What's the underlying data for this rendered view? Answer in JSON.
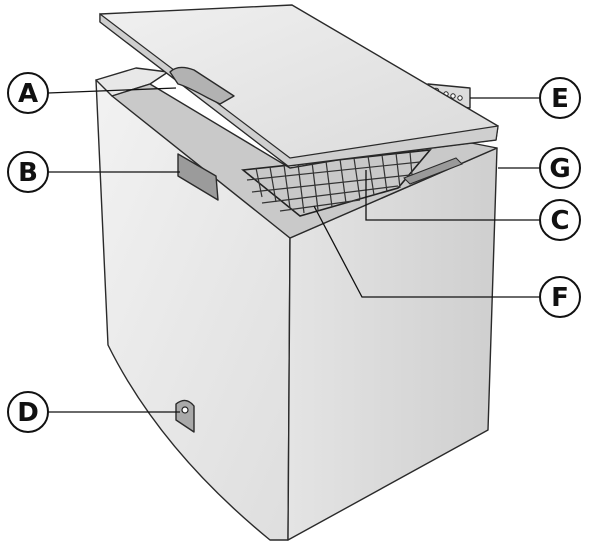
{
  "callouts": {
    "a": "A",
    "b": "B",
    "c": "C",
    "d": "D",
    "e": "E",
    "f": "F",
    "g": "G"
  },
  "colors": {
    "body_front": "#eaeaea",
    "body_side": "#d4d4d4",
    "lid": "#e6e6e6",
    "gasket": "#9a9a9a",
    "interior": "#bdbdbd",
    "outline": "#2a2a2a"
  }
}
